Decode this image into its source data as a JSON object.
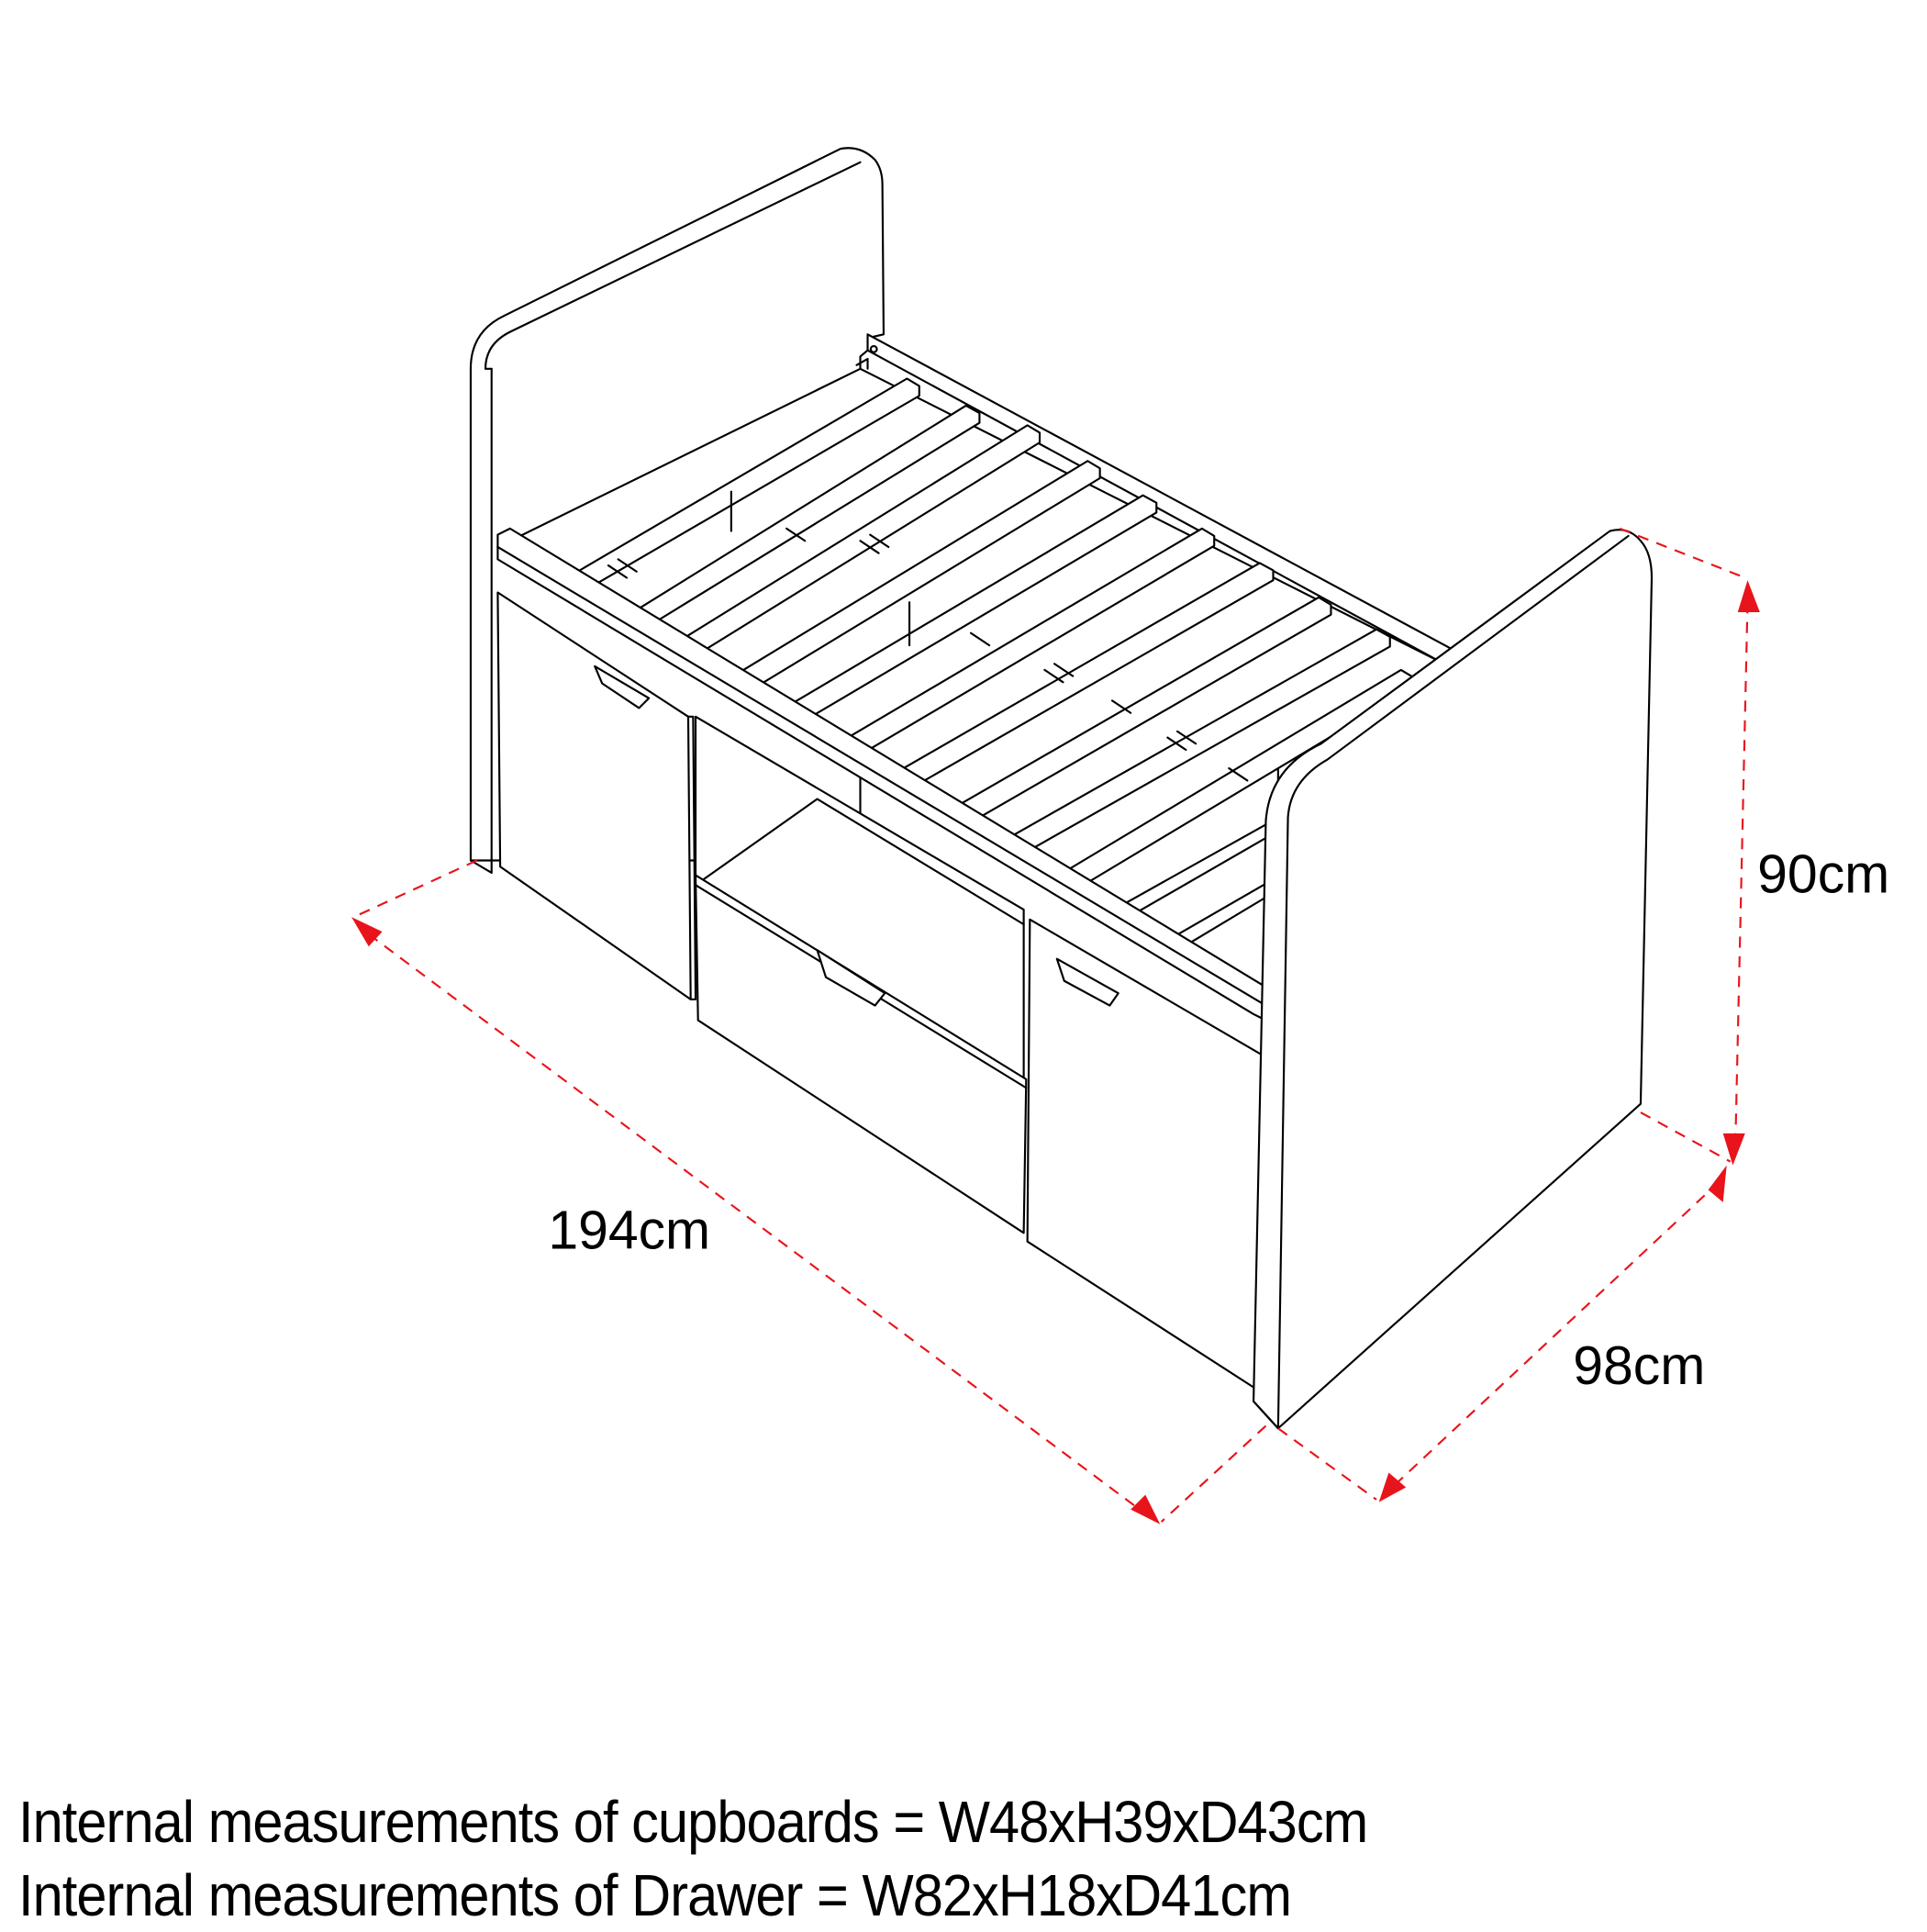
{
  "diagram": {
    "subject": "Cabin bed with slatted base, two cupboards and a central pull-out drawer",
    "dimensions": {
      "height": "90cm",
      "length": "194cm",
      "width": "98cm"
    },
    "colors": {
      "outline": "#000000",
      "dimension_lines": "#e8141b",
      "background": "#ffffff"
    }
  },
  "notes": {
    "cupboards": "Internal measurements of cupboards = W48xH39xD43cm",
    "drawer": "Internal measurements of Drawer = W82xH18xD41cm"
  }
}
